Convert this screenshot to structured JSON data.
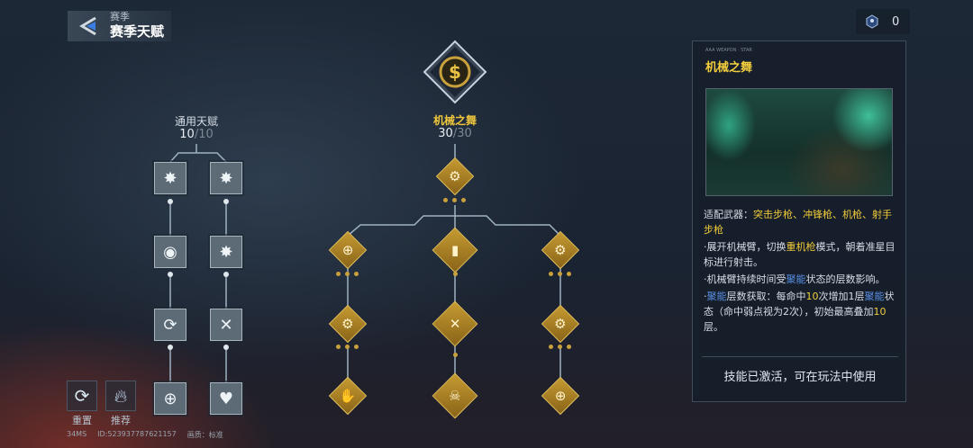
{
  "header": {
    "subtitle": "赛季",
    "title": "赛季天赋",
    "back_icon": "back-arrow-icon"
  },
  "currency": {
    "icon": "talent-point-icon",
    "value": "0"
  },
  "general_tree": {
    "label": "通用天赋",
    "current": "10",
    "max": "/10"
  },
  "main_tree": {
    "label": "机械之舞",
    "current": "30",
    "max": "/30"
  },
  "panel": {
    "title": "机械之舞",
    "tiny": "AAA WEAPON · STAR",
    "weapons_label": "适配武器：",
    "weapons": "突击步枪、冲锋枪、机枪、射手步枪",
    "l1a": "·展开机械臂，切换",
    "l1b": "重机枪",
    "l1c": "模式，朝着准星目标进行射击。",
    "l2a": "·机械臂持续时间受",
    "l2b": "聚能",
    "l2c": "状态的层数影响。",
    "l3a": "·",
    "l3b": "聚能",
    "l3c": "层数获取：每命中",
    "l3d": "10",
    "l3e": "次增加1层",
    "l3f": "聚能",
    "l3g": "状态（命中弱点视为2次），初始最高叠加",
    "l3h": "10",
    "l3i": "层。",
    "status": "技能已激活，可在玩法中使用"
  },
  "actions": {
    "reset": "重置",
    "recommend": "推荐"
  },
  "footer": {
    "ping": "34MS",
    "id": "ID:523937787621157",
    "quality": "画质：标准"
  },
  "colors": {
    "gold": "#f2cc3a",
    "blue": "#5a8fe6"
  }
}
